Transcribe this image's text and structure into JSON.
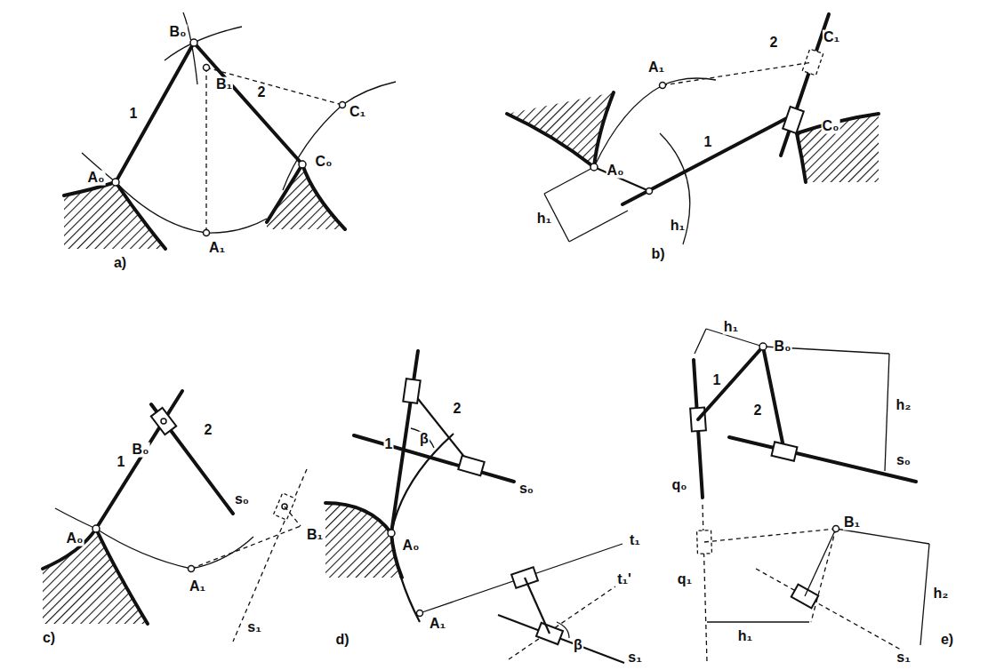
{
  "diagram": {
    "labels": [
      "B₀",
      "B₁",
      "1",
      "2",
      "C₁",
      "C₀",
      "A₀",
      "A₁",
      "a)",
      "C₁",
      "2",
      "C₀",
      "A₁",
      "1",
      "A₀",
      "h₁",
      "h₁",
      "b)",
      "B₀",
      "2",
      "1",
      "s₀",
      "B₁",
      "A₀",
      "A₁",
      "s₁",
      "c)",
      "1",
      "β",
      "2",
      "s₀",
      "A₀",
      "t₁",
      "t₁'",
      "β",
      "A₁",
      "s₁",
      "d)",
      "h₁",
      "B₀",
      "1",
      "h₂",
      "2",
      "q₀",
      "s₀",
      "B₁",
      "q₁",
      "h₁",
      "h₂",
      "s₁",
      "e)"
    ]
  }
}
